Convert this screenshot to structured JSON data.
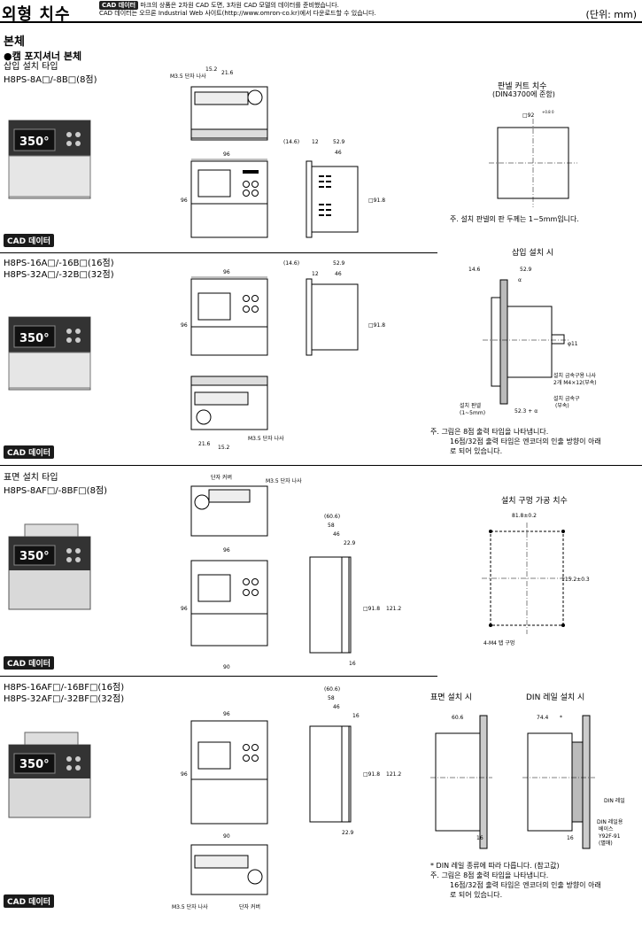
{
  "header": {
    "title": "외형 치수",
    "cad_badge": "CAD 데이터",
    "cad_desc_line1": "마크의 상품은 2차원 CAD 도면, 3차원 CAD 모델의 데이터를 준비했습니다.",
    "cad_desc_line2": "CAD 데이터는 오므론 Industrial Web 사이트(http://www.omron-co.kr)에서 다운로드할 수 있습니다.",
    "unit": "(단위: mm)"
  },
  "section": "본체",
  "subsection": "●캠 포지셔너 본체",
  "flush": {
    "heading": "삽입 설치 타입",
    "model1": "H8PS-8A□/-8B□(8점)",
    "model2a": "H8PS-16A□/-16B□(16점)",
    "model2b": "H8PS-32A□/-32B□(32점)"
  },
  "surface": {
    "heading": "표면 설치 타입",
    "model1": "H8PS-8AF□/-8BF□(8점)",
    "model2a": "H8PS-16AF□/-16BF□(16점)",
    "model2b": "H8PS-32AF□/-32BF□(32점)"
  },
  "cad_button": "CAD 데이터",
  "panel_cutout": {
    "title": "판넬 커트 치수",
    "sub": "(DIN43700에 준함)",
    "dim": "□92",
    "tol": "+0.8 0",
    "note": "주.  설치 판넬의 판 두께는 1~5mm입니다."
  },
  "flush_mount": {
    "title": "삽입 설치 시",
    "d1": "14.6",
    "d2": "52.9",
    "alpha": "α",
    "d3": "φ11",
    "screw": "설치 금속구용 나사",
    "screw2": "2개  M4×12(부속)",
    "bracket": "설치 금속구",
    "bracket2": "(부속)",
    "panel": "설치 판넬",
    "panel2": "(1~5mm)",
    "d4": "52.3 + α",
    "note1": "주.  그림은 8점 출력 타입을 나타냅니다.",
    "note2": "16점/32점 출력 타입은 엔코더의 인출 방향이 아래",
    "note3": "로 되어 있습니다."
  },
  "surface_cutout": {
    "title": "설치 구멍 가공 치수",
    "w": "81.8±0.2",
    "h": "115.2±0.3",
    "hole": "4-M4 탭 구멍"
  },
  "surface_mount": {
    "t1": "표면 설치 시",
    "t2": "DIN 레일 설치 시",
    "d1": "60.6",
    "d2": "74.4",
    "star": "*",
    "rail": "DIN 레일",
    "base1": "DIN 레일용",
    "base2": "베이스",
    "base3": "Y92F-91",
    "base4": "(별매)",
    "d16": "16",
    "note0": "*   DIN 레일 종류에 따라 다릅니다. (참고값)",
    "note1": "주.  그림은 8점 출력 타입을 나타냅니다.",
    "note2": "16점/32점 출력 타입은 엔코더의 인출 방향이 아래",
    "note3": "로 되어 있습니다."
  },
  "dims": {
    "m35": "M3.5 단자 나사",
    "term_cover": "단자 커버",
    "d152": "15.2",
    "d216": "21.6",
    "d96": "96",
    "d146": "(14.6)",
    "d12": "12",
    "d529": "52.9",
    "d46": "46",
    "d918": "□91.8",
    "d606": "(60.6)",
    "d58": "58",
    "d229": "22.9",
    "d1212": "121.2",
    "d16": "16",
    "d90": "90",
    "d918b": "□91.8"
  },
  "display": "350°"
}
